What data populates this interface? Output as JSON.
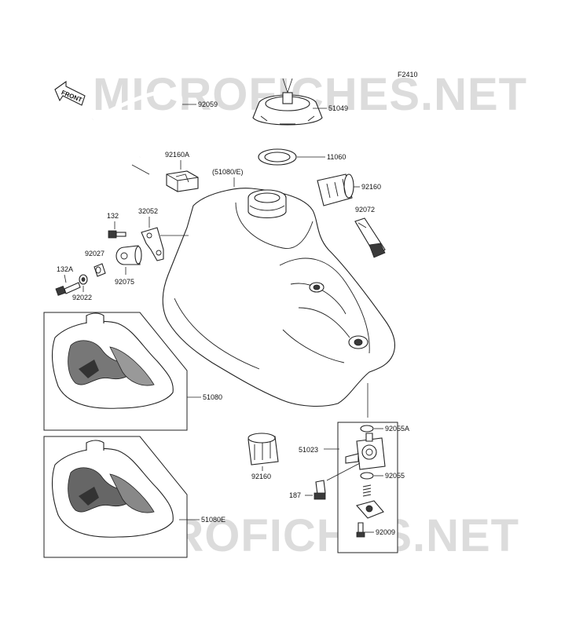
{
  "figure_code": "F2410",
  "front_label": "FRONT",
  "watermark_text": "MICROFICHES.NET",
  "parts": {
    "p92059": "92059",
    "p51049": "51049",
    "p11060": "11060",
    "p92160a": "92160A",
    "p51080e_paren": "(51080/E)",
    "p92160_top": "92160",
    "p132": "132",
    "p32052": "32052",
    "p92072": "92072",
    "p92027": "92027",
    "p132a": "132A",
    "p92075": "92075",
    "p92022": "92022",
    "p51080": "51080",
    "p92055a": "92055A",
    "p51023": "51023",
    "p92160_bottom": "92160",
    "p92055": "92055",
    "p187": "187",
    "p92009": "92009",
    "p51080e": "51080E"
  }
}
